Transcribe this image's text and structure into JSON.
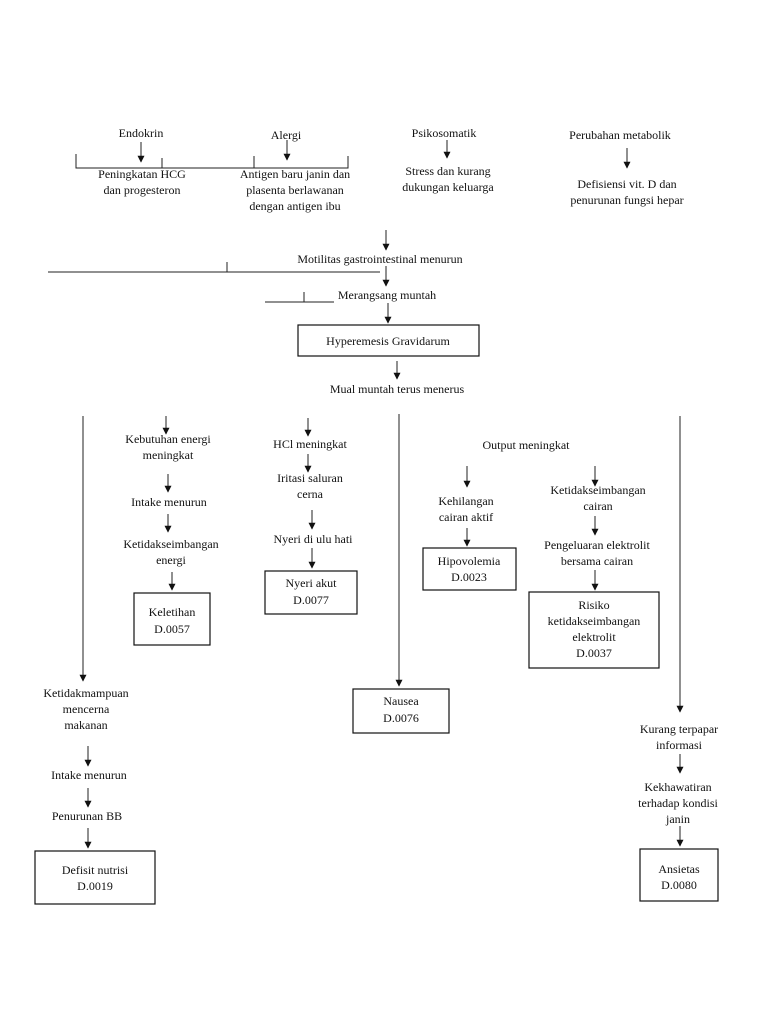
{
  "causes": {
    "endokrin": "Endokrin",
    "alergi": "Alergi",
    "psikosomatik": "Psikosomatik",
    "perubahan_metabolik": "Perubahan metabolik",
    "hcg": [
      "Peningkatan HCG",
      "dan progesteron"
    ],
    "antigen": [
      "Antigen baru janin dan",
      "plasenta berlawanan",
      "dengan antigen ibu"
    ],
    "stress": [
      "Stress dan kurang",
      "dukungan keluarga"
    ],
    "defisiensi": [
      "Defisiensi vit. D dan",
      "penurunan fungsi hepar"
    ]
  },
  "main_flow": {
    "motilitas": "Motilitas gastrointestinal menurun",
    "merangsang": "Merangsang muntah",
    "hyperemesis": "Hyperemesis Gravidarum",
    "mual": "Mual muntah terus menerus"
  },
  "branch_energi": {
    "kebutuhan": [
      "Kebutuhan energi",
      "meningkat"
    ],
    "intake": "Intake menurun",
    "ketidakseimbangan": [
      "Ketidakseimbangan",
      "energi"
    ],
    "diagnosis": [
      "Keletihan",
      "D.0057"
    ]
  },
  "branch_hcl": {
    "hcl": "HCl meningkat",
    "iritasi": [
      "Iritasi saluran",
      "cerna"
    ],
    "nyeri": "Nyeri di ulu hati",
    "diagnosis": [
      "Nyeri akut",
      "D.0077"
    ]
  },
  "branch_nutrisi": {
    "ketidakmampuan": [
      "Ketidakmampuan",
      "mencerna",
      "makanan"
    ],
    "intake": "Intake menurun",
    "penurunan": "Penurunan BB",
    "diagnosis": [
      "Defisit nutrisi",
      "D.0019"
    ]
  },
  "branch_nausea": {
    "diagnosis": [
      "Nausea",
      "D.0076"
    ]
  },
  "branch_output": {
    "output": "Output meningkat",
    "kehilangan": [
      "Kehilangan",
      "cairan aktif"
    ],
    "hipovolemia": [
      "Hipovolemia",
      "D.0023"
    ],
    "ketidakseimbangan_cairan": [
      "Ketidakseimbangan",
      "cairan"
    ],
    "pengeluaran": [
      "Pengeluaran elektrolit",
      "bersama cairan"
    ],
    "risiko": [
      "Risiko",
      "ketidakseimbangan",
      "elektrolit",
      "D.0037"
    ]
  },
  "branch_ansietas": {
    "kurang": [
      "Kurang terpapar",
      "informasi"
    ],
    "kekhawatiran": [
      "Kekhawatiran",
      "terhadap kondisi",
      "janin"
    ],
    "diagnosis": [
      "Ansietas",
      "D.0080"
    ]
  }
}
